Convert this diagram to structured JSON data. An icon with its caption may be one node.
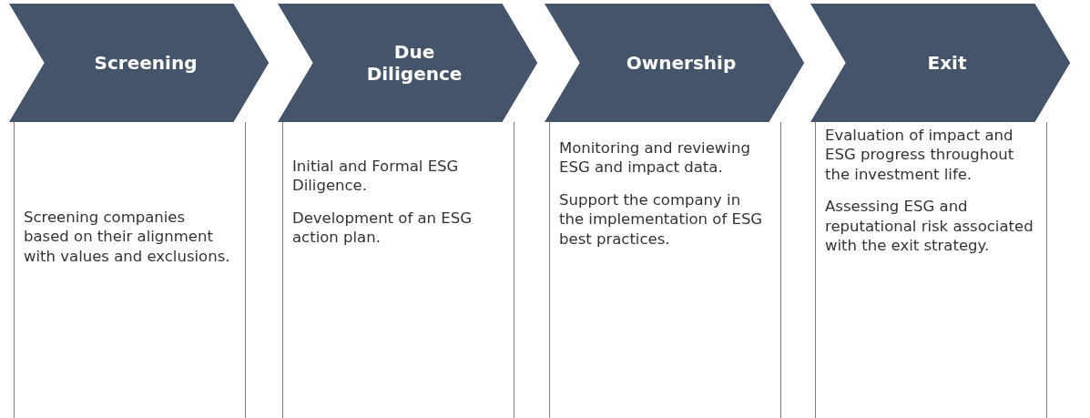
{
  "diagram": {
    "nodes": [
      {
        "text": [
          "Screening"
        ]
      },
      {
        "text": [
          "Due Diligence"
        ]
      },
      {
        "text": [
          "Ownership"
        ]
      },
      {
        "text": [
          "Exit"
        ]
      },
      {
        "text": [
          "Screening companies based on their alignment with values and exclusions."
        ]
      },
      {
        "text": [
          "Initial and Formal ESG Diligence.",
          "Development of an ESG action plan."
        ]
      },
      {
        "text": [
          "Monitoring and reviewing ESG and impact data.",
          "Support the company in the implementation of ESG best practices."
        ]
      },
      {
        "text": [
          "Evaluation of impact and ESG progress throughout the investment life.",
          "Assessing ESG and reputational risk associated with the exit strategy."
        ]
      }
    ]
  }
}
